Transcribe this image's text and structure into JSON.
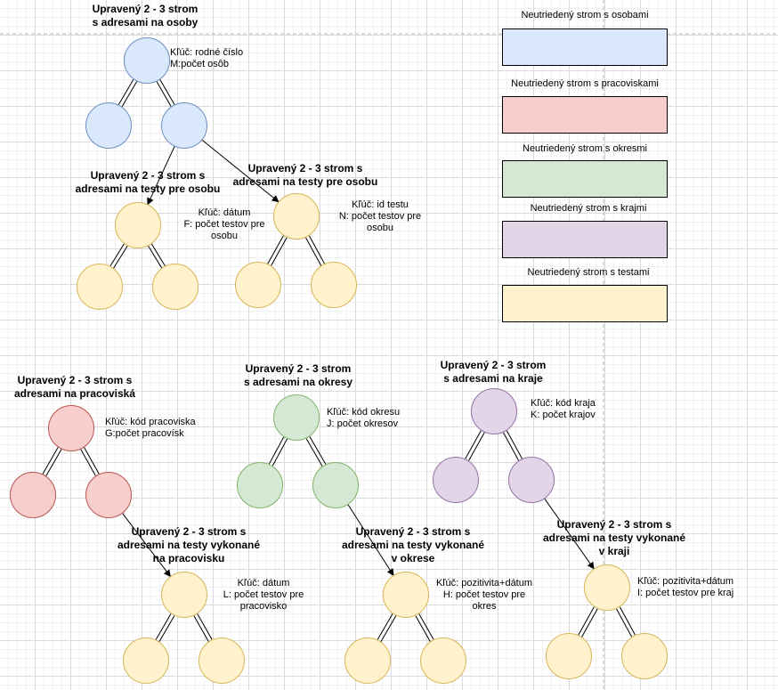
{
  "legend": [
    {
      "label": "Neutriedený strom s osobami",
      "color": "blue"
    },
    {
      "label": "Neutriedený strom s pracoviskami",
      "color": "red"
    },
    {
      "label": "Neutriedený strom s okresmi",
      "color": "green"
    },
    {
      "label": "Neutriedený strom s krajmi",
      "color": "purple"
    },
    {
      "label": "Neutriedený strom s testami",
      "color": "yellow"
    }
  ],
  "trees": {
    "osoby": {
      "title": [
        "Upravený 2 - 3 strom",
        "s adresami na osoby"
      ],
      "key": [
        "Kľúč: rodné číslo",
        "M:počet osôb"
      ]
    },
    "testy_osoba_1": {
      "title": [
        "Upravený 2 - 3 strom s",
        "adresami na testy pre osobu"
      ],
      "key": [
        "Kľúč: dátum",
        "F: počet testov pre",
        "osobu"
      ]
    },
    "testy_osoba_2": {
      "title": [
        "Upravený 2 - 3 strom s",
        "adresami na testy pre osobu"
      ],
      "key": [
        "Kľúč: id testu",
        "N: počet testov pre",
        "osobu"
      ]
    },
    "pracoviska": {
      "title": [
        "Upravený 2 - 3 strom s",
        "adresami na pracoviská"
      ],
      "key": [
        "Kľúč: kód pracoviska",
        "G:počet pracovísk"
      ]
    },
    "okresy": {
      "title": [
        "Upravený 2 - 3 strom",
        "s adresami na okresy"
      ],
      "key": [
        "Kľúč: kód okresu",
        "J: počet okresov"
      ]
    },
    "kraje": {
      "title": [
        "Upravený 2 - 3 strom",
        "s adresami na kraje"
      ],
      "key": [
        "Kľúč: kód kraja",
        "K: počet krajov"
      ]
    },
    "testy_pracovisko": {
      "title": [
        "Upravený 2 - 3 strom s",
        "adresami na testy vykonané",
        "na pracovisku"
      ],
      "key": [
        "Kľúč: dátum",
        "L: počet testov pre",
        "pracovisko"
      ]
    },
    "testy_okres": {
      "title": [
        "Upravený 2 - 3 strom s",
        "adresami na testy vykonané",
        "v okrese"
      ],
      "key": [
        "Kľúč: pozitivita+dátum",
        "H: počet testov pre",
        "okres"
      ]
    },
    "testy_kraj": {
      "title": [
        "Upravený 2 - 3 strom s",
        "adresami na testy vykonané",
        "v kraji"
      ],
      "key": [
        "Kľúč: pozitivita+dátum",
        "I: počet testov pre kraj"
      ]
    }
  },
  "colors": {
    "blue": "#dae8fc",
    "red": "#f8cecc",
    "green": "#d5e8d4",
    "purple": "#e1d5e7",
    "yellow": "#fff2cc"
  }
}
